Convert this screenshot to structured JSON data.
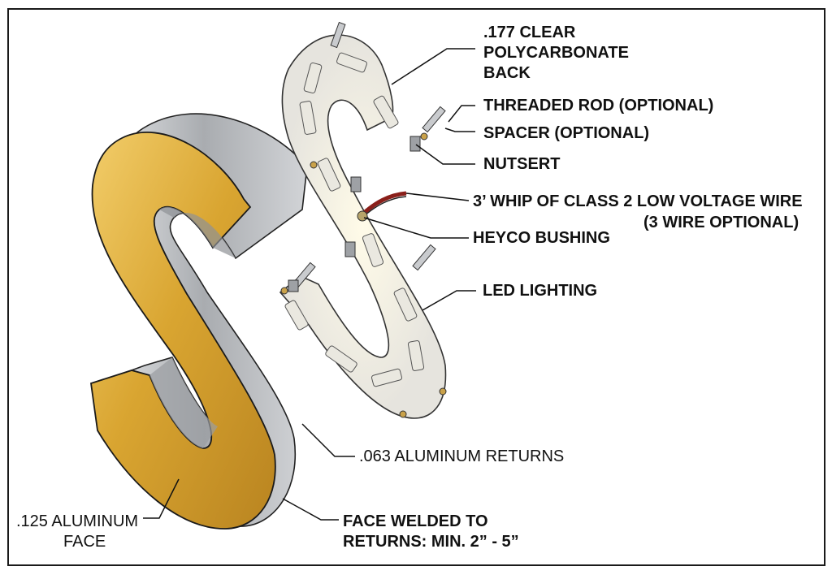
{
  "labels": {
    "polycarbonate_back": [
      ".177 CLEAR",
      "POLYCARBONATE",
      "BACK"
    ],
    "threaded_rod": "THREADED ROD (OPTIONAL)",
    "spacer": "SPACER (OPTIONAL)",
    "nutsert": "NUTSERT",
    "whip_line1": "3’ WHIP OF CLASS 2 LOW VOLTAGE WIRE",
    "whip_line2": "(3 WIRE OPTIONAL)",
    "heyco_bushing": "HEYCO BUSHING",
    "led_lighting": "LED LIGHTING",
    "aluminum_returns": ".063 ALUMINUM RETURNS",
    "aluminum_face": [
      ".125 ALUMINUM",
      "FACE"
    ],
    "face_welded": [
      "FACE WELDED TO",
      "RETURNS: MIN. 2” - 5”"
    ]
  },
  "colors": {
    "face_gold": "#d9a531",
    "return_aluminum": "#b8bbbf",
    "polycarbonate": "#ecebe8",
    "led_module": "#e9e7e0",
    "wire": "#8a1f1a",
    "line": "#111111"
  }
}
